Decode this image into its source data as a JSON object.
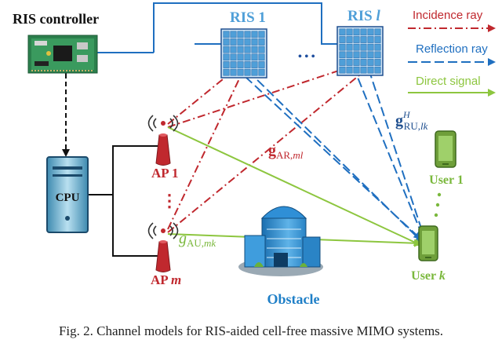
{
  "labels": {
    "ris_controller": "RIS controller",
    "ris_1": "RIS 1",
    "ris_l_prefix": "RIS ",
    "ris_l_index": "l",
    "cpu": "CPU",
    "ap_1": "AP 1",
    "ap_m_prefix": "AP ",
    "ap_m_index": "m",
    "user_1": "User 1",
    "user_k_prefix": "User ",
    "user_k_index": "k",
    "obstacle": "Obstacle",
    "ris_dots": "• • •",
    "ap_dots": "⋮"
  },
  "legend": {
    "incidence": "Incidence ray",
    "reflection": "Reflection ray",
    "direct": "Direct signal"
  },
  "channels": {
    "g_ar_base": "g",
    "g_ar_sub": "AR,",
    "g_ar_idx": "ml",
    "g_ru_base": "g",
    "g_ru_sup": "H",
    "g_ru_sub": "RU,",
    "g_ru_idx": "lk",
    "g_au_base": "g",
    "g_au_sub": "AU,",
    "g_au_idx": "mk"
  },
  "caption": "Fig. 2.   Channel models for RIS-aided cell-free massive MIMO systems.",
  "colors": {
    "incidence": "#c0282e",
    "reflection": "#1f6fc0",
    "direct": "#8dc63f",
    "ris_blue": "#4f9fd8",
    "ap_red": "#c0282e",
    "user_green": "#7ab83c",
    "obstacle_blue": "#1f7fc7"
  },
  "icons": [
    "circuit-board-icon",
    "ris-panel-icon",
    "antenna-icon",
    "cpu-tower-icon",
    "smartphone-icon",
    "building-icon"
  ]
}
